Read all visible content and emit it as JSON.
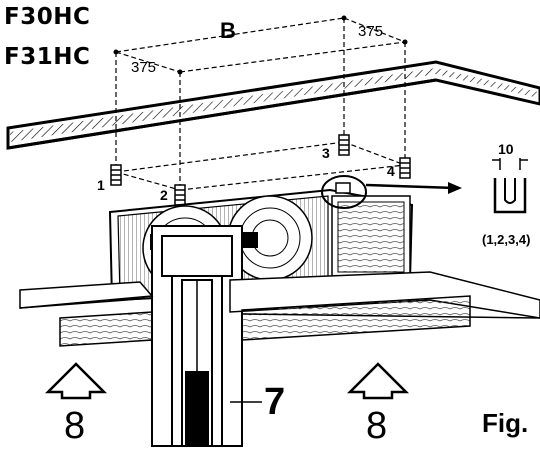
{
  "models": [
    "F30HC",
    "F31HC"
  ],
  "dimensions": {
    "span_label": "B",
    "offset_right": "375",
    "offset_left": "375",
    "bracket_width": "10"
  },
  "points": [
    "1",
    "2",
    "3",
    "4"
  ],
  "detail_label": "(1,2,3,4)",
  "callouts": {
    "lift": "7",
    "arrow_left": "8",
    "arrow_right": "8"
  },
  "figure_label": "Fig."
}
